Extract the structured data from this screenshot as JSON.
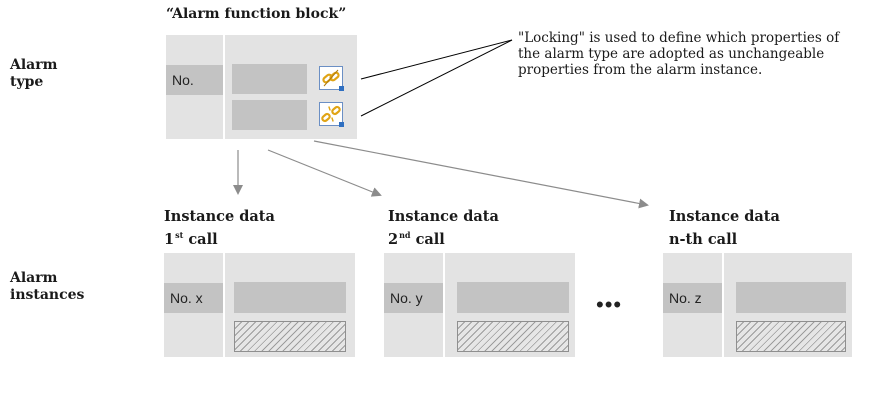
{
  "diagram": {
    "block_title": "“Alarm function block”",
    "row_labels": {
      "alarm_type": [
        "Alarm",
        "type"
      ],
      "alarm_instances": [
        "Alarm",
        "instances"
      ]
    },
    "type_block": {
      "number_label": "No."
    },
    "locking_note": "\"Locking\" is used to define which properties of the alarm type are adopted as unchangeable properties from the alarm instance.",
    "instances": [
      {
        "title": "Instance data",
        "call_num": "1",
        "call_sup": "st",
        "call_word": " call",
        "number_label": "No. x"
      },
      {
        "title": "Instance data",
        "call_num": "2",
        "call_sup": "nd",
        "call_word": " call",
        "number_label": "No. y"
      },
      {
        "title": "Instance data",
        "call_num": "n-th call",
        "call_sup": "",
        "call_word": "",
        "number_label": "No. z"
      }
    ],
    "ellipsis": "•••",
    "icons": [
      "chain-linked-icon",
      "chain-unlinked-icon"
    ],
    "colors": {
      "box_bg": "#e3e3e3",
      "field_bg": "#c3c3c3",
      "arrow": "#8c8c8c",
      "icon_gold": "#e0a415",
      "icon_accent": "#2f6fc1"
    }
  }
}
